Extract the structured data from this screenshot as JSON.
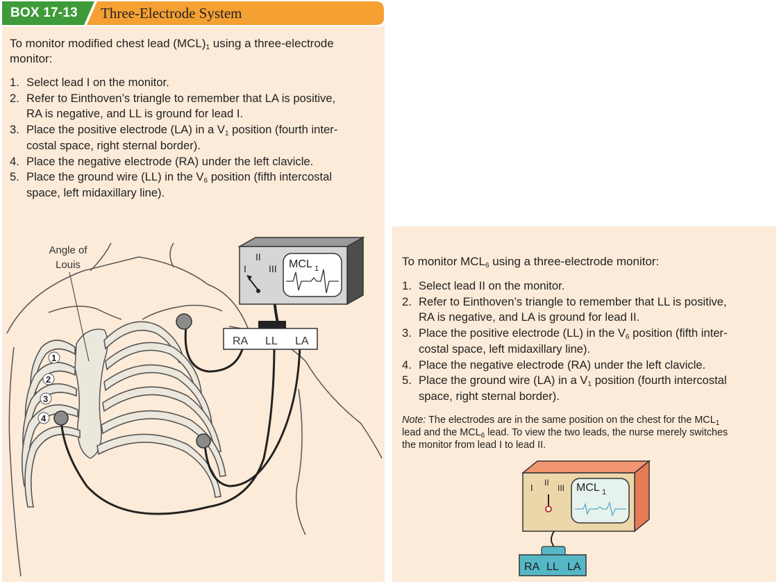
{
  "header": {
    "box_label": "BOX 17-13",
    "title": "Three-Electrode System",
    "label_color": "#3f9b3a",
    "title_bar_color": "#f5a033"
  },
  "mcl1_section": {
    "intro_parts": [
      "To monitor modified chest lead (MCL)",
      "1",
      " using a three-electrode",
      "monitor:"
    ],
    "steps": [
      {
        "num": "1.",
        "lines": [
          "Select lead I on the monitor."
        ]
      },
      {
        "num": "2.",
        "lines": [
          "Refer to Einthoven’s triangle to remember that LA is positive,",
          "RA is negative, and LL is ground for lead I."
        ]
      },
      {
        "num": "3.",
        "lines": [
          "Place the positive electrode (LA) in a V",
          "1",
          " position (fourth inter-",
          "costal space, right sternal border)."
        ]
      },
      {
        "num": "4.",
        "lines": [
          "Place the negative electrode (RA) under the left clavicle."
        ]
      },
      {
        "num": "5.",
        "lines": [
          "Place the ground wire (LL) in the V",
          "6",
          " position (fifth intercostal",
          "space, left midaxillary line)."
        ]
      }
    ]
  },
  "illustration": {
    "angle_label_line1": "Angle of",
    "angle_label_line2": "Louis",
    "rib_numbers": [
      "1",
      "2",
      "3",
      "4"
    ],
    "monitor": {
      "lead_I": "I",
      "lead_II": "II",
      "lead_III": "III",
      "screen_label": "MCL",
      "screen_sub": "1"
    },
    "junction": {
      "ra": "RA",
      "ll": "LL",
      "la": "LA"
    }
  },
  "mcl6_section": {
    "intro_parts": [
      "To monitor MCL",
      "6",
      " using a three-electrode monitor:"
    ],
    "steps": [
      {
        "num": "1.",
        "lines": [
          "Select lead II on the monitor."
        ]
      },
      {
        "num": "2.",
        "lines": [
          "Refer to Einthoven’s triangle to remember that LL is positive,",
          "RA is negative, and LA is ground for lead II."
        ]
      },
      {
        "num": "3.",
        "lines": [
          "Place the positive electrode (LL) in the V",
          "6",
          " position (fifth inter-",
          "costal space, left midaxillary line)."
        ]
      },
      {
        "num": "4.",
        "lines": [
          "Place the negative electrode (RA) under the left clavicle."
        ]
      },
      {
        "num": "5.",
        "lines": [
          "Place the ground wire (LA) in a V",
          "1",
          " position (fourth intercostal",
          "space, right sternal border)."
        ]
      }
    ],
    "note_label": "Note:",
    "note_parts": [
      " The electrodes are in the same position on the chest for the MCL",
      "1",
      "lead and the MCL",
      "6",
      " lead. To view the two leads, the nurse merely switches",
      "the monitor from lead I to lead II."
    ]
  },
  "small_monitor": {
    "lead_I": "I",
    "lead_II": "II",
    "lead_III": "III",
    "screen_label": "MCL",
    "screen_sub": "1",
    "junction": {
      "ra": "RA",
      "ll": "LL",
      "la": "LA"
    }
  }
}
